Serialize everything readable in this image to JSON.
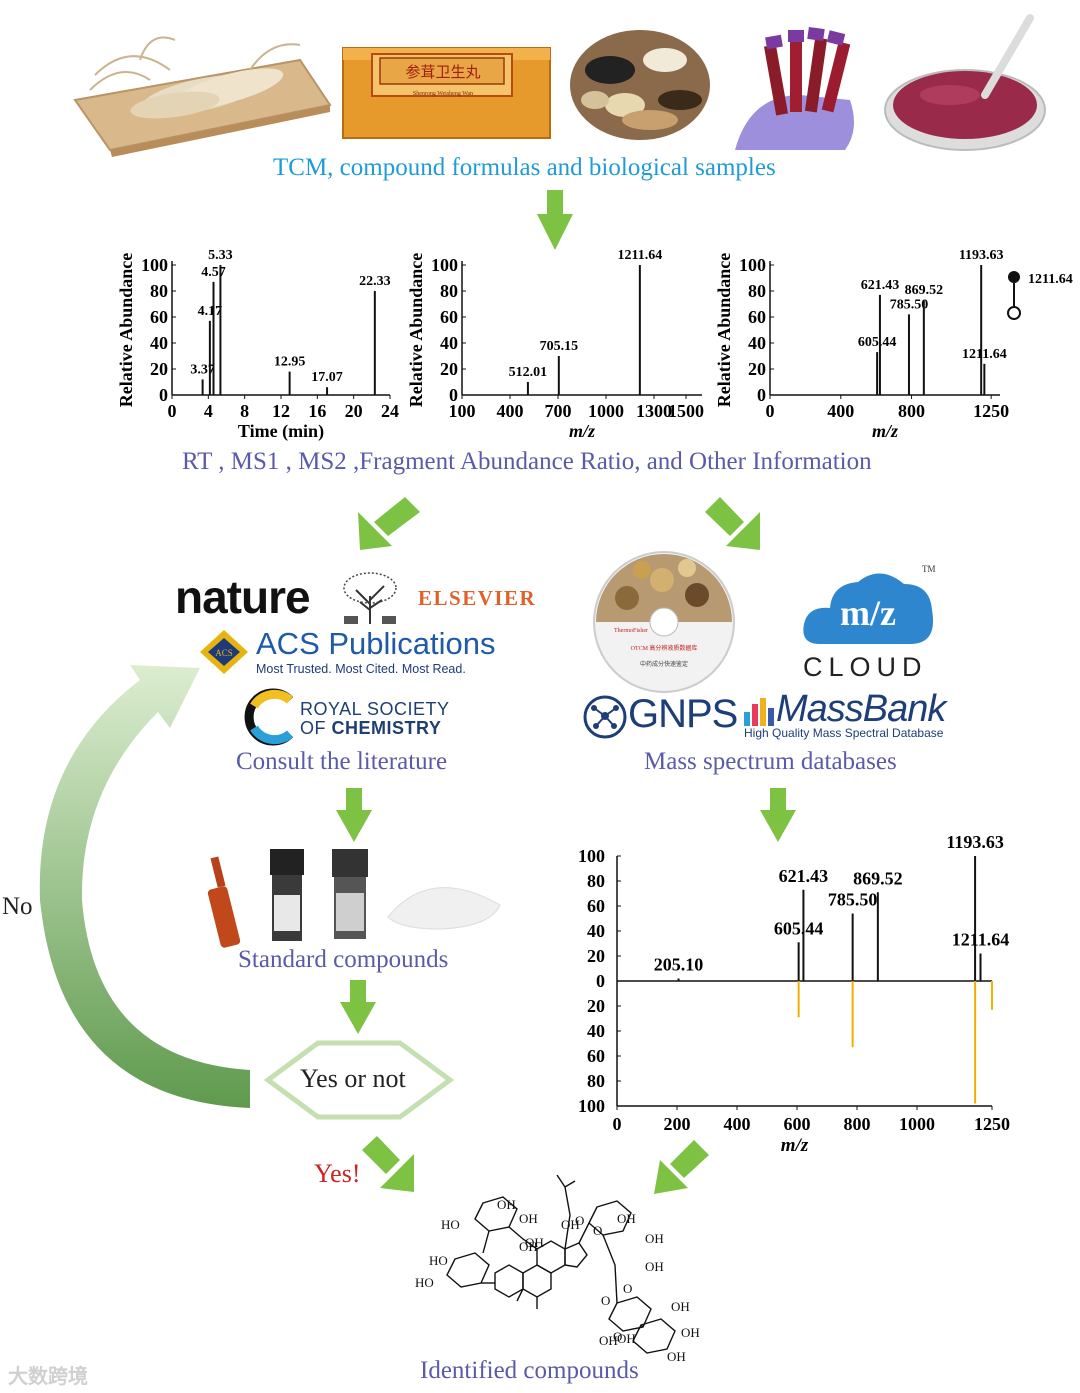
{
  "captions": {
    "top": "TCM, compound formulas and biological samples",
    "middle": "RT , MS1 , MS2 ,Fragment Abundance Ratio, and Other Information",
    "literature": "Consult the literature",
    "databases": "Mass spectrum databases",
    "standards": "Standard compounds",
    "decision": "Yes or not",
    "yes": "Yes!",
    "no": "No",
    "identified": "Identified compounds"
  },
  "package_text": "参茸卫生丸",
  "package_subtext": "Shenrong Weisheng Wan",
  "publishers": {
    "nature": "nature",
    "elsevier": "ELSEVIER",
    "acs_main": "ACS Publications",
    "acs_tagline": "Most Trusted. Most Cited. Most Read.",
    "rsc_line1": "ROYAL SOCIETY",
    "rsc_line2_prefix": "OF ",
    "rsc_line2_bold": "CHEMISTRY"
  },
  "databases": {
    "mzcloud_mark": "m/z",
    "mzcloud_word": "CLOUD",
    "mzcloud_tm": "TM",
    "gnps": "GNPS",
    "massbank": "MassBank",
    "massbank_tagline": "High Quality Mass Spectral Database",
    "disc_brand": "ThermoFisher",
    "disc_line1": "OTCM 高分辨液质数据库",
    "disc_line2": "中药成分快速鉴定"
  },
  "watermark": "大数跨境",
  "colors": {
    "arrow": "#7dc242",
    "caption": "#5a5aa8",
    "caption_top": "#1f9bd6",
    "yes": "#cc2222",
    "mirror": "#f0b000",
    "curve": "#6fa85a"
  },
  "chart_data": [
    {
      "type": "line",
      "ylabel": "Relative Abundance",
      "xlabel": "Time (min)",
      "xticks": [
        0,
        4,
        8,
        12,
        16,
        20,
        24
      ],
      "yticks": [
        0,
        20,
        40,
        60,
        80,
        100
      ],
      "xlim": [
        0,
        24
      ],
      "ylim": [
        0,
        100
      ],
      "peaks": [
        {
          "x": 3.37,
          "y": 12,
          "label": "3.37"
        },
        {
          "x": 4.17,
          "y": 57,
          "label": "4.17"
        },
        {
          "x": 4.57,
          "y": 87,
          "label": "4.57"
        },
        {
          "x": 5.33,
          "y": 100,
          "label": "5.33"
        },
        {
          "x": 12.95,
          "y": 18,
          "label": "12.95"
        },
        {
          "x": 17.07,
          "y": 6,
          "label": "17.07"
        },
        {
          "x": 22.33,
          "y": 80,
          "label": "22.33"
        }
      ]
    },
    {
      "type": "bar",
      "ylabel": "Relative Abundance",
      "xlabel": "m/z",
      "xticks": [
        100,
        400,
        700,
        1000,
        1300,
        1500
      ],
      "yticks": [
        0,
        20,
        40,
        60,
        80,
        100
      ],
      "xlim": [
        100,
        1600
      ],
      "ylim": [
        0,
        100
      ],
      "peaks": [
        {
          "x": 512.01,
          "y": 10,
          "label": "512.01"
        },
        {
          "x": 705.15,
          "y": 30,
          "label": "705.15"
        },
        {
          "x": 1211.64,
          "y": 100,
          "label": "1211.64"
        }
      ]
    },
    {
      "type": "bar",
      "ylabel": "Relative Abundance",
      "xlabel": "m/z",
      "xticks": [
        0,
        400,
        800,
        1250
      ],
      "yticks": [
        0,
        20,
        40,
        60,
        80,
        100
      ],
      "xlim": [
        0,
        1300
      ],
      "ylim": [
        0,
        100
      ],
      "precursor": "1211.64",
      "peaks": [
        {
          "x": 605.44,
          "y": 33,
          "label": "605.44"
        },
        {
          "x": 621.43,
          "y": 77,
          "label": "621.43"
        },
        {
          "x": 785.5,
          "y": 62,
          "label": "785.50"
        },
        {
          "x": 869.52,
          "y": 73,
          "label": "869.52"
        },
        {
          "x": 1193.63,
          "y": 100,
          "label": "1193.63"
        },
        {
          "x": 1211.64,
          "y": 24,
          "label": "1211.64"
        }
      ]
    },
    {
      "type": "bar",
      "xlabel": "m/z",
      "xticks": [
        0,
        200,
        400,
        600,
        800,
        1000,
        1250
      ],
      "yticks": [
        100,
        80,
        60,
        40,
        20,
        0,
        20,
        40,
        60,
        80,
        100
      ],
      "xlim": [
        0,
        1250
      ],
      "ylim": [
        -100,
        100
      ],
      "peaks_top": [
        {
          "x": 205.1,
          "y": 2,
          "label": "205.10"
        },
        {
          "x": 605.44,
          "y": 31,
          "label": "605.44"
        },
        {
          "x": 621.43,
          "y": 73,
          "label": "621.43"
        },
        {
          "x": 785.5,
          "y": 54,
          "label": "785.50"
        },
        {
          "x": 869.52,
          "y": 71,
          "label": "869.52"
        },
        {
          "x": 1193.63,
          "y": 100,
          "label": "1193.63"
        },
        {
          "x": 1211.64,
          "y": 22,
          "label": "1211.64"
        }
      ],
      "peaks_bottom": [
        {
          "x": 605.44,
          "y": 29
        },
        {
          "x": 785.5,
          "y": 53
        },
        {
          "x": 1193.63,
          "y": 98
        },
        {
          "x": 1250,
          "y": 23
        }
      ]
    }
  ],
  "structure_labels": [
    "OH",
    "HO",
    "OH",
    "OH",
    "OH",
    "OH",
    "HO",
    "HO",
    "OH",
    "OH",
    "OH",
    "O",
    "O",
    "O",
    "O",
    "O",
    "OH",
    "OH",
    "OH",
    "OH",
    "OH"
  ]
}
